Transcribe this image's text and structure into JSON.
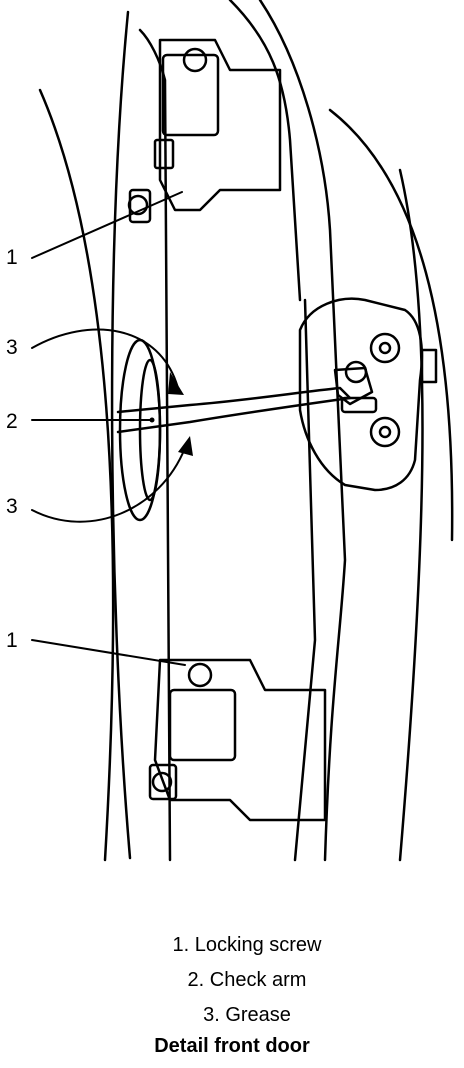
{
  "callouts": {
    "c1_top": "1",
    "c3_upper": "3",
    "c2": "2",
    "c3_lower": "3",
    "c1_bottom": "1"
  },
  "legend": {
    "items": [
      "1. Locking screw",
      "2. Check arm",
      "3. Grease"
    ],
    "title": "Detail front door"
  }
}
